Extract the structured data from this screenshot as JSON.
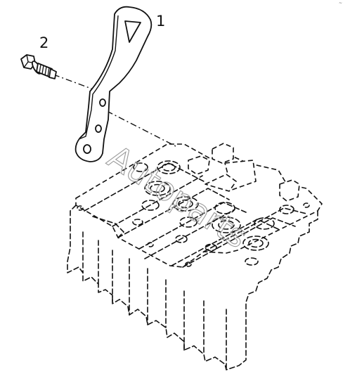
{
  "callouts": {
    "bracket": "1",
    "bolt": "2"
  },
  "corner_mark": "~",
  "watermark": "Autoparts"
}
